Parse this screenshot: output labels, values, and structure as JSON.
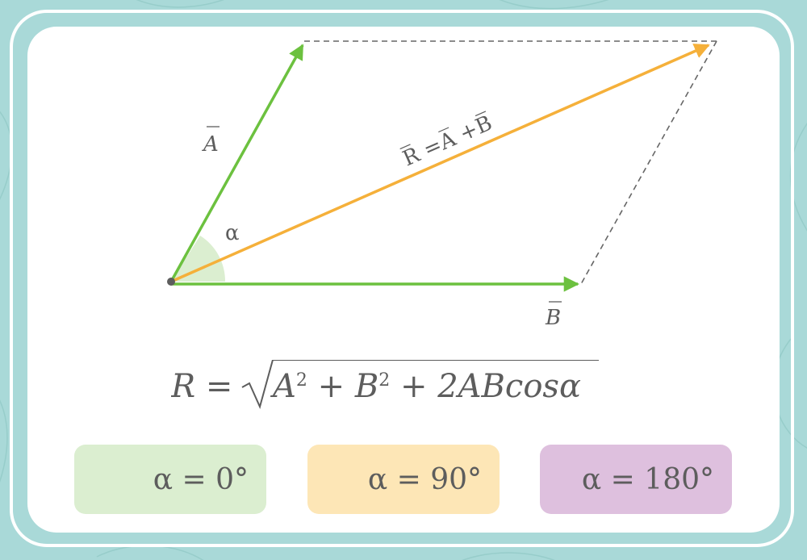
{
  "vectors": {
    "a_letter": "A",
    "b_letter": "B",
    "resultant_label": {
      "r": "R",
      "eq": " =",
      "a": "A",
      "plus": " +",
      "b": "B"
    },
    "angle_symbol": "α"
  },
  "formula": {
    "lhs": "R = ",
    "a_term": "A",
    "a_exp": "2",
    "plus1": " + ",
    "b_term": "B",
    "b_exp": "2",
    "rest": " + 2ABcosα"
  },
  "cases": [
    {
      "label": "α = 0°",
      "color": "#dbeed0"
    },
    {
      "label": "α = 90°",
      "color": "#fde6b6"
    },
    {
      "label": "α = 180°",
      "color": "#dec0de"
    }
  ],
  "colors": {
    "vector_green": "#6cc13f",
    "resultant_orange": "#f5b03a",
    "angle_fill": "#dbeed0",
    "text_gray": "#5d5d5d",
    "background_teal": "#a9d9d8"
  }
}
